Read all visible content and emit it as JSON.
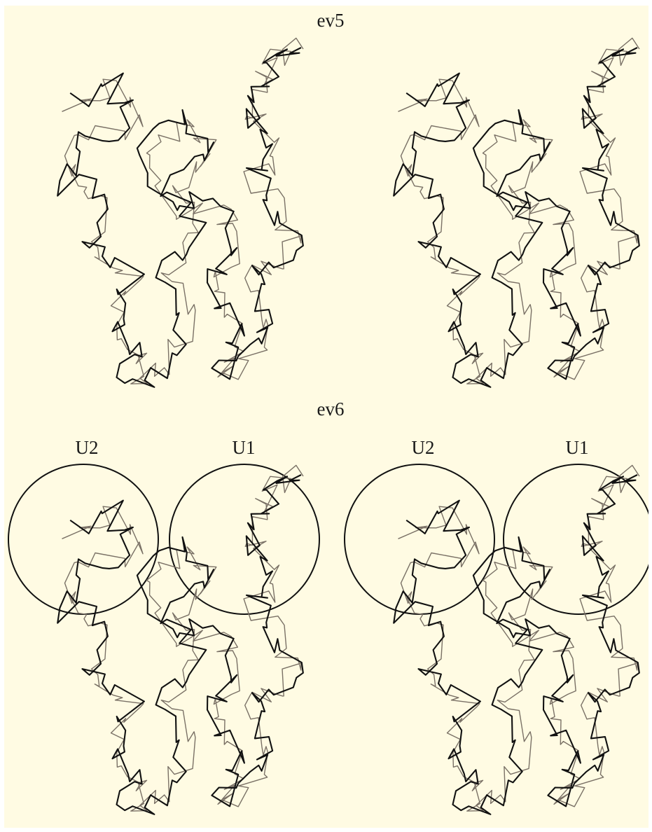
{
  "colors": {
    "background": "#fffbe3",
    "trace_primary": "#111111",
    "trace_secondary": "#7a7166",
    "circle": "#111111"
  },
  "panels": {
    "top": {
      "title": "ev5"
    },
    "bottom": {
      "title": "ev6",
      "left_view": {
        "region_a": "U2",
        "region_b": "U1"
      },
      "right_view": {
        "region_a": "U2",
        "region_b": "U1"
      }
    }
  }
}
